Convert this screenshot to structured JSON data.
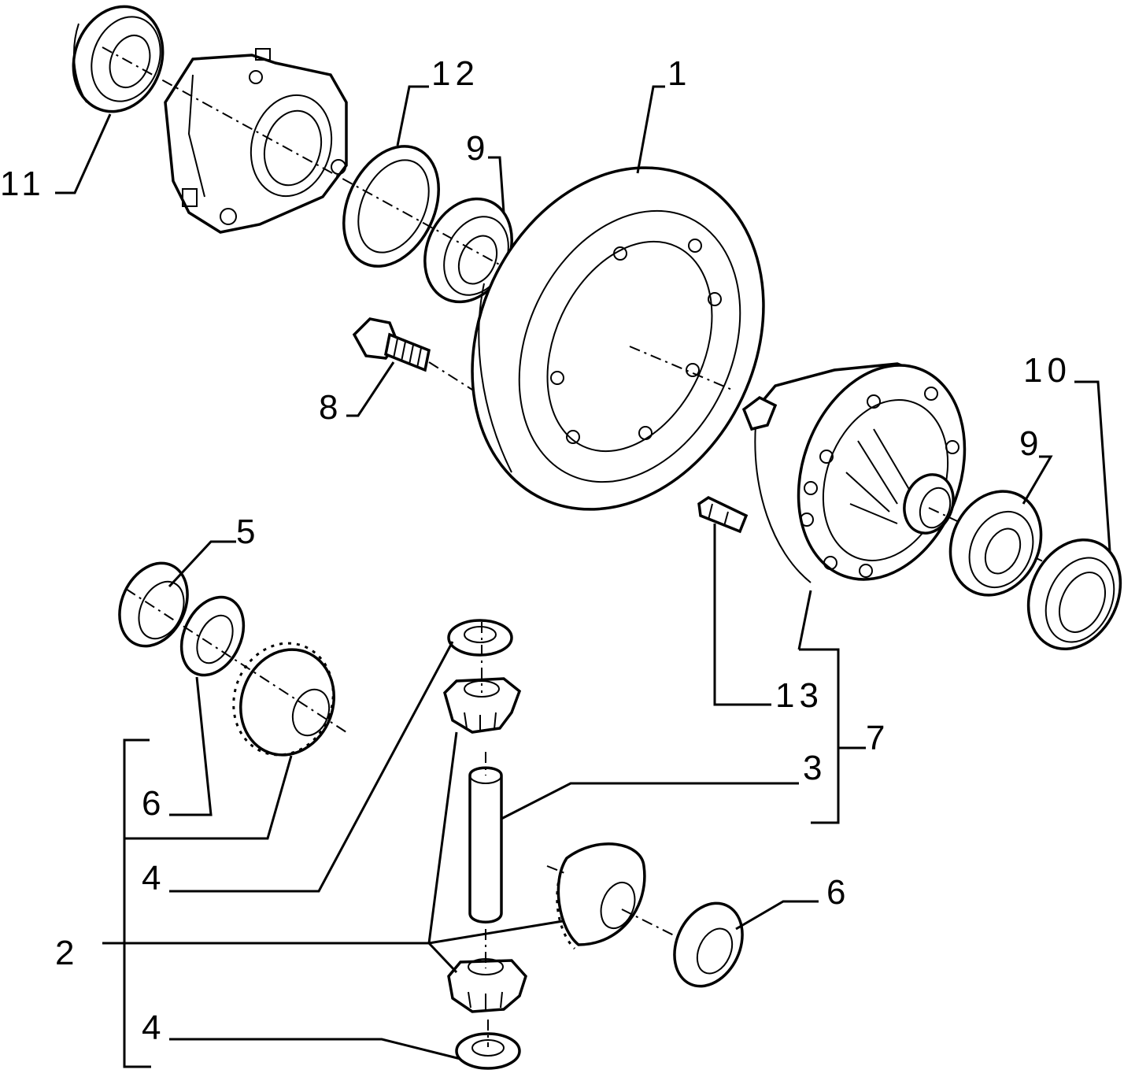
{
  "labels": {
    "l1": "1",
    "l2": "2",
    "l3": "3",
    "l4a": "4",
    "l4b": "4",
    "l5": "5",
    "l6a": "6",
    "l6b": "6",
    "l7": "7",
    "l8": "8",
    "l9a": "9",
    "l9b": "9",
    "l10": "10",
    "l11": "11",
    "l12": "12",
    "l13": "13"
  }
}
